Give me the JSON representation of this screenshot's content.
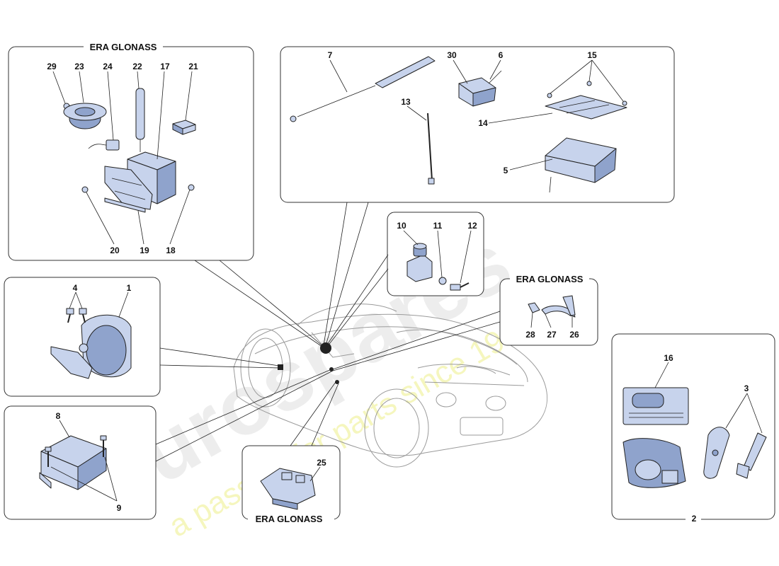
{
  "watermark": {
    "brand": "eurospares",
    "tagline": "a passion for parts since 1985"
  },
  "panels": {
    "top_left": {
      "title": "ERA GLONASS",
      "labels": [
        "29",
        "23",
        "24",
        "22",
        "17",
        "21",
        "20",
        "19",
        "18"
      ]
    },
    "top_right": {
      "labels": [
        "7",
        "30",
        "6",
        "15",
        "13",
        "14",
        "5"
      ]
    },
    "middle_small": {
      "labels": [
        "10",
        "11",
        "12"
      ]
    },
    "era_right": {
      "title": "ERA GLONASS",
      "labels": [
        "28",
        "27",
        "26"
      ]
    },
    "left_mid": {
      "labels": [
        "4",
        "1"
      ]
    },
    "left_bottom": {
      "labels": [
        "8",
        "9"
      ]
    },
    "bottom_center": {
      "title": "ERA GLONASS",
      "labels": [
        "25"
      ]
    },
    "bottom_right": {
      "labels": [
        "16",
        "3",
        "2"
      ]
    }
  },
  "colors": {
    "part_fill": "#c7d3ec",
    "part_shade": "#8fa3cc",
    "outline": "#222222"
  }
}
